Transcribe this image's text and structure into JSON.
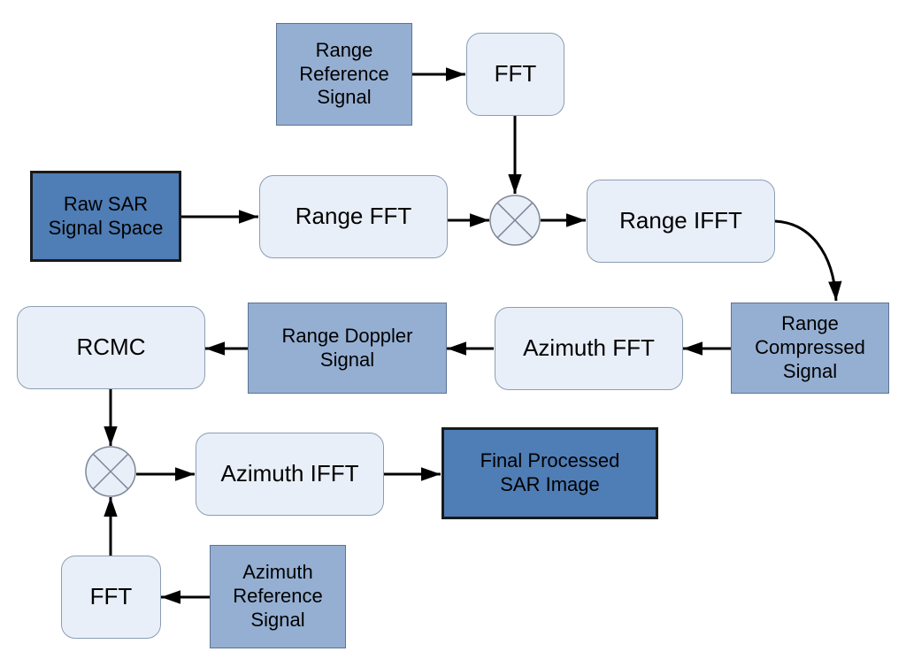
{
  "colors": {
    "rounded_fill": "#e9eff8",
    "light_blue_fill": "#95afd2",
    "dark_blue_fill": "#4f7db5",
    "arrow": "#000000"
  },
  "nodes": {
    "range_ref": [
      "Range",
      "Reference",
      "Signal"
    ],
    "fft_top": [
      "FFT"
    ],
    "raw_sar": [
      "Raw SAR",
      "Signal Space"
    ],
    "range_fft": [
      "Range FFT"
    ],
    "range_ifft": [
      "Range IFFT"
    ],
    "range_compressed": [
      "Range",
      "Compressed",
      "Signal"
    ],
    "azimuth_fft": [
      "Azimuth FFT"
    ],
    "range_doppler": [
      "Range Doppler",
      "Signal"
    ],
    "rcmc": [
      "RCMC"
    ],
    "azimuth_ifft": [
      "Azimuth IFFT"
    ],
    "final": [
      "Final Processed",
      "SAR Image"
    ],
    "fft_bottom": [
      "FFT"
    ],
    "azimuth_ref": [
      "Azimuth",
      "Reference",
      "Signal"
    ]
  },
  "multipliers": [
    "multiplier-top",
    "multiplier-bottom"
  ],
  "edges": [
    {
      "from": "range_ref",
      "to": "fft_top"
    },
    {
      "from": "fft_top",
      "to": "multiplier-top"
    },
    {
      "from": "raw_sar",
      "to": "range_fft"
    },
    {
      "from": "range_fft",
      "to": "multiplier-top"
    },
    {
      "from": "multiplier-top",
      "to": "range_ifft"
    },
    {
      "from": "range_ifft",
      "to": "range_compressed"
    },
    {
      "from": "range_compressed",
      "to": "azimuth_fft"
    },
    {
      "from": "azimuth_fft",
      "to": "range_doppler"
    },
    {
      "from": "range_doppler",
      "to": "rcmc"
    },
    {
      "from": "rcmc",
      "to": "multiplier-bottom"
    },
    {
      "from": "multiplier-bottom",
      "to": "azimuth_ifft"
    },
    {
      "from": "azimuth_ifft",
      "to": "final"
    },
    {
      "from": "azimuth_ref",
      "to": "fft_bottom"
    },
    {
      "from": "fft_bottom",
      "to": "multiplier-bottom"
    }
  ]
}
